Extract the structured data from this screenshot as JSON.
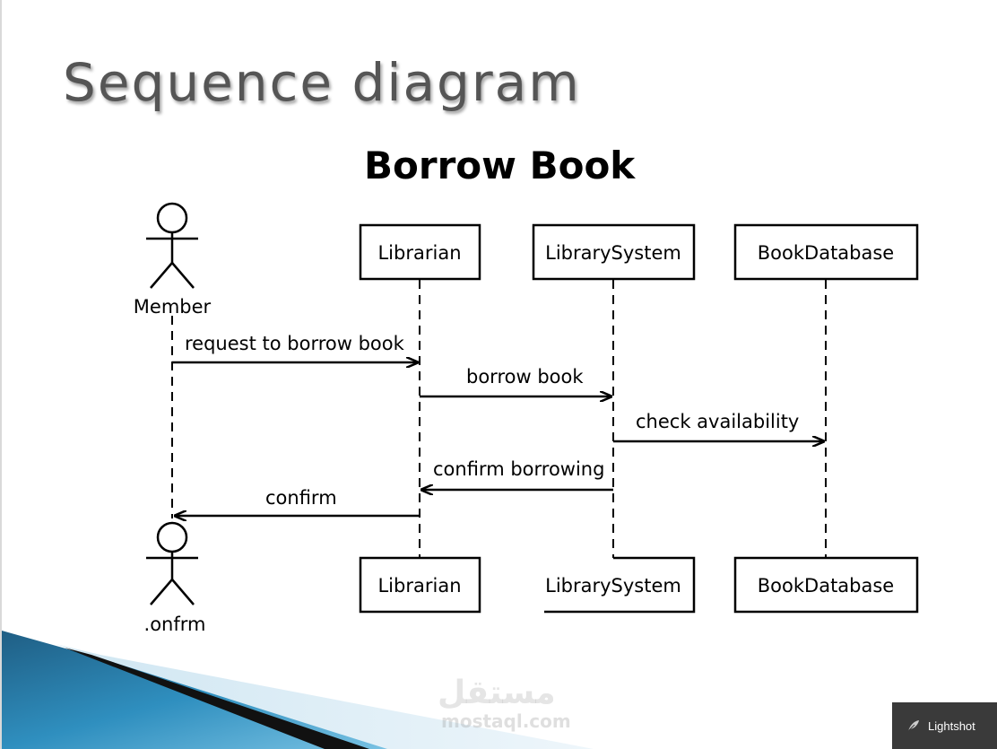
{
  "slide": {
    "title": "Sequence diagram"
  },
  "diagram": {
    "title": "Borrow Book",
    "actor_top": "Member",
    "actor_bottom": ".onfrm",
    "lifelines": {
      "librarian_top": "Librarian",
      "system_top": "LibrarySystem",
      "database_top": "BookDatabase",
      "librarian_bottom": "Librarian",
      "system_bottom": "LibrarySystem",
      "database_bottom": "BookDatabase"
    },
    "messages": {
      "m1": "request to borrow book",
      "m2": "borrow book",
      "m3": "check availability",
      "m4": "confirm borrowing",
      "m5": "confirm"
    }
  },
  "watermark": {
    "arabic": "مستقل",
    "latin": "mostaql.com"
  },
  "lightshot": {
    "label": "Lightshot",
    "icon": "feather-icon"
  }
}
